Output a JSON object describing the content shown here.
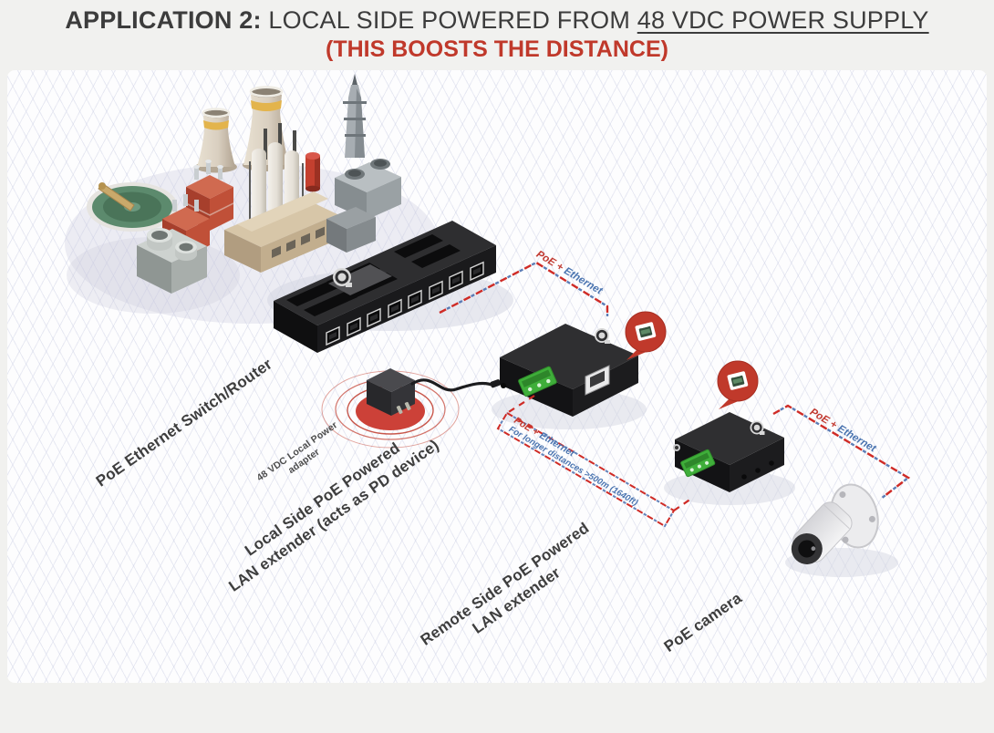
{
  "title": {
    "app_label": "APPLICATION 2:",
    "main_text": " LOCAL SIDE POWERED FROM ",
    "underlined_text": "48 VDC POWER SUPPLY",
    "subtitle": "(THIS BOOSTS THE DISTANCE)"
  },
  "devices": {
    "switch_label": "PoE Ethernet Switch/Router",
    "adapter_label_line1": "48 VDC Local Power",
    "adapter_label_line2": "adapter",
    "local_extender_line1": "Local Side PoE Powered",
    "local_extender_line2": "LAN extender (acts as PD device)",
    "remote_extender_line1": "Remote Side PoE Powered",
    "remote_extender_line2": "LAN extender",
    "camera_label": "PoE camera"
  },
  "connections": {
    "link1": {
      "poe": "PoE + ",
      "ethernet": "Ethernet"
    },
    "link2": {
      "poe": "PoE + ",
      "ethernet": "Ethernet",
      "note": "For longer distances >500m (1640ft)"
    },
    "link3": {
      "poe": "PoE + ",
      "ethernet": "Ethernet"
    }
  },
  "colors": {
    "accent_red": "#c0392b",
    "link_blue": "#4a74b0",
    "terminal_green": "#3fae3a",
    "device_black": "#1c1c1e",
    "title_dark": "#3c3c3c"
  }
}
